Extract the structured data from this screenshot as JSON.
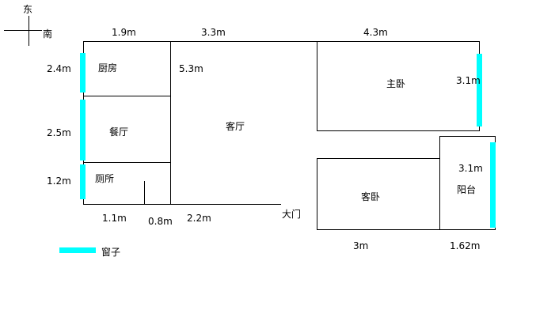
{
  "compass": {
    "east": "东",
    "south": "南"
  },
  "rooms": {
    "kitchen": "厨房",
    "dining": "餐厅",
    "toilet": "厕所",
    "living": "客厅",
    "master_bedroom": "主卧",
    "guest_bedroom": "客卧",
    "balcony": "阳台",
    "main_door": "大门"
  },
  "dimensions": {
    "top": [
      "1.9m",
      "3.3m",
      "4.3m"
    ],
    "left": [
      "2.4m",
      "2.5m",
      "1.2m"
    ],
    "living_depth": "5.3m",
    "master_window": "3.1m",
    "balcony_depth": "3.1m",
    "bottom_left": [
      "1.1m",
      "0.8m",
      "2.2m"
    ],
    "bottom_right": [
      "3m",
      "1.62m"
    ]
  },
  "legend": {
    "window": "窗子"
  },
  "colors": {
    "window": "#00ffff",
    "wall": "#000000",
    "background": "#ffffff"
  }
}
